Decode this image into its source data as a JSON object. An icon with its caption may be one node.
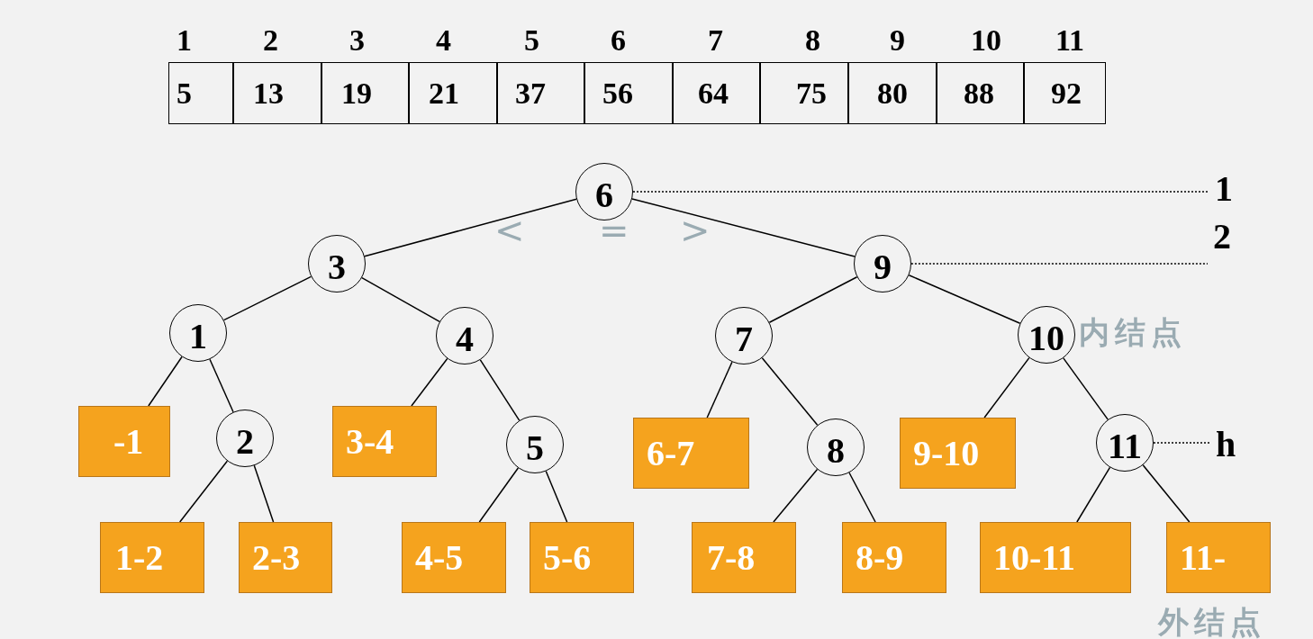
{
  "diagram": {
    "nodes": [
      {
        "text": [
          "6"
        ]
      },
      {
        "text": [
          "3"
        ]
      },
      {
        "text": [
          "9"
        ]
      },
      {
        "text": [
          "1"
        ]
      },
      {
        "text": [
          "4"
        ]
      },
      {
        "text": [
          "7"
        ]
      },
      {
        "text": [
          "10"
        ]
      },
      {
        "text": [
          "-1"
        ]
      },
      {
        "text": [
          "2"
        ]
      },
      {
        "text": [
          "3-4"
        ]
      },
      {
        "text": [
          "5"
        ]
      },
      {
        "text": [
          "6-7"
        ]
      },
      {
        "text": [
          "8"
        ]
      },
      {
        "text": [
          "9-10"
        ]
      },
      {
        "text": [
          "11"
        ]
      },
      {
        "text": [
          "1-2"
        ]
      },
      {
        "text": [
          "2-3"
        ]
      },
      {
        "text": [
          "4-5"
        ]
      },
      {
        "text": [
          "5-6"
        ]
      },
      {
        "text": [
          "7-8"
        ]
      },
      {
        "text": [
          "8-9"
        ]
      },
      {
        "text": [
          "10-11"
        ]
      },
      {
        "text": [
          "11-"
        ]
      },
      {
        "text": [
          "1"
        ]
      },
      {
        "text": [
          "2"
        ]
      },
      {
        "text": [
          "h"
        ]
      }
    ],
    "edges": [
      {
        "from": 0,
        "to": 1,
        "arrow": "none"
      },
      {
        "from": 0,
        "to": 2,
        "arrow": "none"
      },
      {
        "from": 1,
        "to": 3,
        "arrow": "none"
      },
      {
        "from": 1,
        "to": 4,
        "arrow": "none"
      },
      {
        "from": 2,
        "to": 5,
        "arrow": "none"
      },
      {
        "from": 2,
        "to": 6,
        "arrow": "none"
      },
      {
        "from": 3,
        "to": 7,
        "arrow": "none"
      },
      {
        "from": 3,
        "to": 8,
        "arrow": "none"
      },
      {
        "from": 4,
        "to": 9,
        "arrow": "none"
      },
      {
        "from": 4,
        "to": 10,
        "arrow": "none"
      },
      {
        "from": 5,
        "to": 11,
        "arrow": "none"
      },
      {
        "from": 5,
        "to": 12,
        "arrow": "none"
      },
      {
        "from": 6,
        "to": 13,
        "arrow": "none"
      },
      {
        "from": 6,
        "to": 14,
        "arrow": "none"
      },
      {
        "from": 8,
        "to": 15,
        "arrow": "none"
      },
      {
        "from": 8,
        "to": 16,
        "arrow": "none"
      },
      {
        "from": 10,
        "to": 17,
        "arrow": "none"
      },
      {
        "from": 10,
        "to": 18,
        "arrow": "none"
      },
      {
        "from": 12,
        "to": 19,
        "arrow": "none"
      },
      {
        "from": 12,
        "to": 20,
        "arrow": "none"
      },
      {
        "from": 14,
        "to": 21,
        "arrow": "none"
      },
      {
        "from": 14,
        "to": 22,
        "arrow": "none"
      },
      {
        "from": 0,
        "to": 23,
        "arrow": "none",
        "style": "dashed"
      },
      {
        "from": 2,
        "to": 24,
        "arrow": "none",
        "style": "dashed"
      },
      {
        "from": 14,
        "to": 25,
        "arrow": "none",
        "style": "dashed"
      }
    ],
    "labels": [
      "1",
      "2",
      "3",
      "4",
      "5",
      "6",
      "7",
      "8",
      "9",
      "10",
      "11",
      "5",
      "13",
      "19",
      "21",
      "37",
      "56",
      "64",
      "75",
      "80",
      "88",
      "92",
      "<",
      "=",
      ">",
      "内结点",
      "外结点"
    ]
  }
}
